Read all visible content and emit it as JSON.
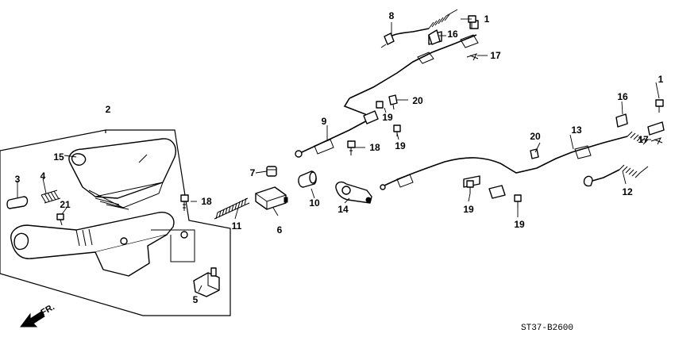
{
  "diagram_code": "ST37-B2600",
  "front_label": "FR.",
  "callouts": [
    "1",
    "1",
    "2",
    "3",
    "4",
    "5",
    "6",
    "7",
    "8",
    "9",
    "10",
    "11",
    "12",
    "13",
    "14",
    "15",
    "16",
    "16",
    "17",
    "17",
    "18",
    "18",
    "19",
    "19",
    "19",
    "19",
    "20",
    "20",
    "21"
  ]
}
